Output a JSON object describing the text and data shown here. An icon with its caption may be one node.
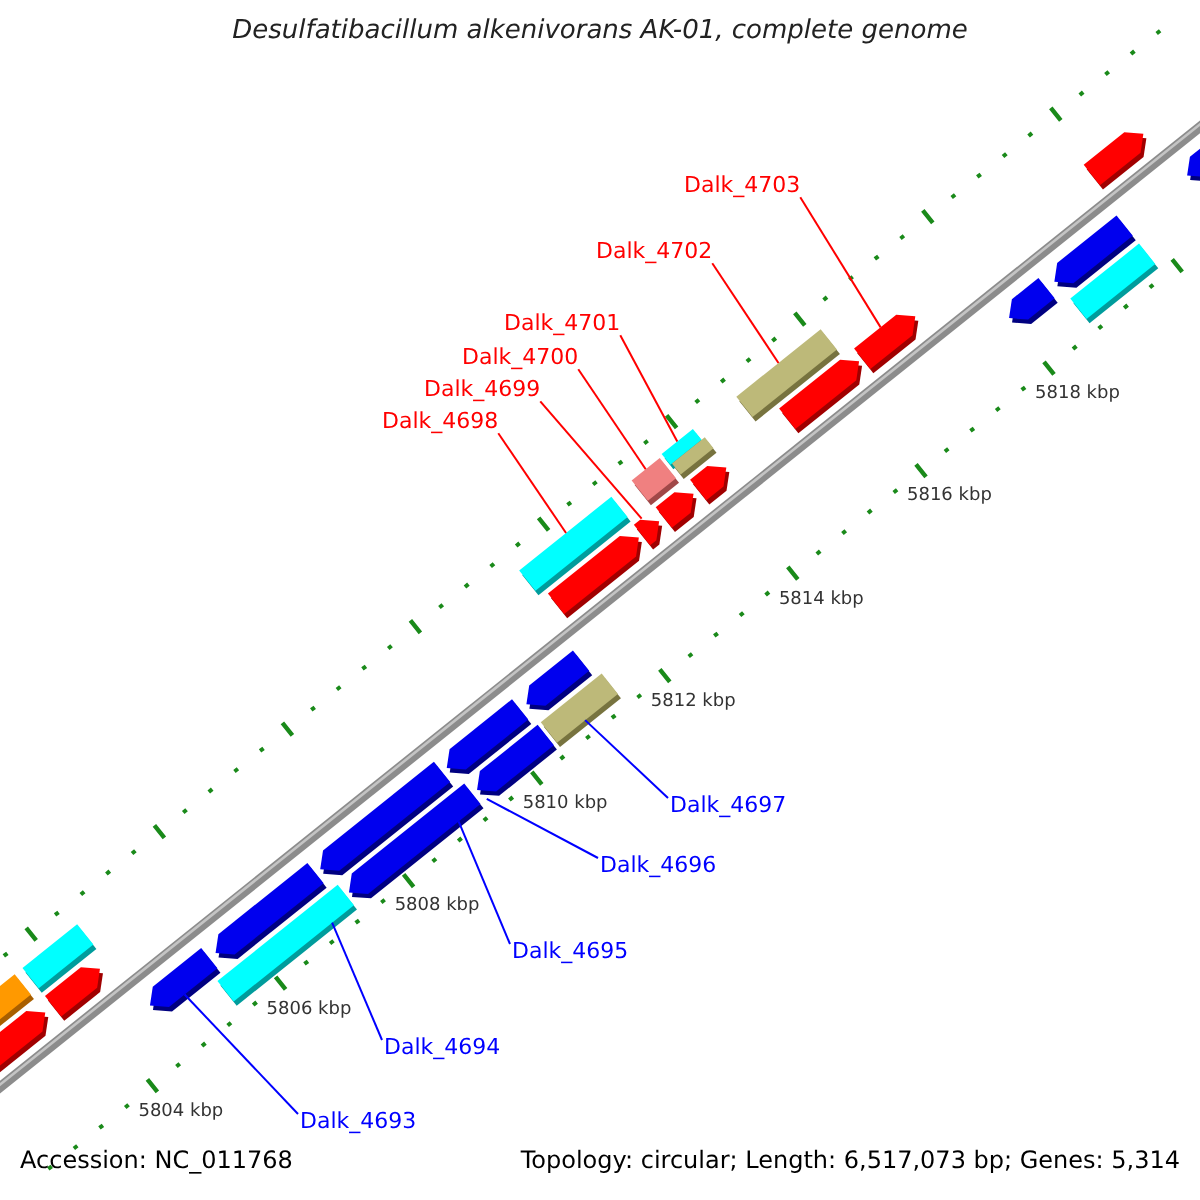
{
  "diagram": {
    "title": "Desulfatibacillum alkenivorans AK-01, complete genome",
    "nodes": [
      {
        "text": [
          "Dalk_4703"
        ]
      },
      {
        "text": [
          "Dalk_4702"
        ]
      },
      {
        "text": [
          "Dalk_4701"
        ]
      },
      {
        "text": [
          "Dalk_4700"
        ]
      },
      {
        "text": [
          "Dalk_4699"
        ]
      },
      {
        "text": [
          "Dalk_4698"
        ]
      },
      {
        "text": [
          "Dalk_4697"
        ]
      },
      {
        "text": [
          "Dalk_4696"
        ]
      },
      {
        "text": [
          "Dalk_4695"
        ]
      },
      {
        "text": [
          "Dalk_4694"
        ]
      },
      {
        "text": [
          "Dalk_4693"
        ]
      },
      {
        "text": [],
        "shape": "bar"
      },
      {
        "text": [],
        "shape": "bar"
      },
      {
        "text": [],
        "shape": "bar"
      },
      {
        "text": [],
        "shape": "bar"
      },
      {
        "text": [],
        "shape": "bar"
      },
      {
        "text": [],
        "shape": "bar"
      },
      {
        "text": [],
        "shape": "bar"
      },
      {
        "text": [],
        "shape": "bar"
      },
      {
        "text": [],
        "shape": "bar"
      },
      {
        "text": [],
        "shape": "bar"
      },
      {
        "text": [],
        "shape": "bar"
      },
      {
        "text": [],
        "shape": "bar"
      },
      {
        "text": [],
        "shape": "bar"
      },
      {
        "text": [],
        "shape": "bar"
      },
      {
        "text": [],
        "shape": "bar"
      },
      {
        "text": [],
        "shape": "bar"
      },
      {
        "text": [],
        "shape": "bar"
      },
      {
        "text": [],
        "shape": "bar"
      },
      {
        "text": [],
        "shape": "bar"
      },
      {
        "text": [],
        "shape": "bar"
      },
      {
        "text": [],
        "shape": "bar"
      },
      {
        "text": [],
        "shape": "bar"
      },
      {
        "text": [],
        "shape": "bar"
      },
      {
        "text": [],
        "shape": "bar"
      },
      {
        "text": [],
        "shape": "bar"
      },
      {
        "text": [],
        "shape": "bar"
      },
      {
        "text": [],
        "shape": "bar"
      },
      {
        "text": [],
        "shape": "bar"
      },
      {
        "text": [],
        "shape": "bar"
      }
    ],
    "edges": [
      {
        "from": 0,
        "to": 34,
        "arrow": "none",
        "color": "#ff0000"
      },
      {
        "from": 1,
        "to": 32,
        "arrow": "none",
        "color": "#ff0000"
      },
      {
        "from": 2,
        "to": 29,
        "arrow": "none",
        "color": "#ff0000"
      },
      {
        "from": 3,
        "to": 27,
        "arrow": "none",
        "color": "#ff0000"
      },
      {
        "from": 4,
        "to": 26,
        "arrow": "none",
        "color": "#ff0000"
      },
      {
        "from": 5,
        "to": 24,
        "arrow": "none",
        "color": "#ff0000"
      },
      {
        "from": 6,
        "to": 23,
        "arrow": "none",
        "color": "#0000ff"
      },
      {
        "from": 7,
        "to": 21,
        "arrow": "none",
        "color": "#0000ff"
      },
      {
        "from": 8,
        "to": 19,
        "arrow": "none",
        "color": "#0000ff"
      },
      {
        "from": 9,
        "to": 16,
        "arrow": "none",
        "color": "#0000ff"
      },
      {
        "from": 10,
        "to": 15,
        "arrow": "none",
        "color": "#0000ff"
      }
    ],
    "labels": [
      "5818 kbp",
      "5816 kbp",
      "5814 kbp",
      "5812 kbp",
      "5810 kbp",
      "5808 kbp",
      "5806 kbp",
      "5804 kbp",
      "Accession: NC_011768",
      "Topology: circular; Length: 6,517,073 bp; Genes: 5,314"
    ]
  }
}
